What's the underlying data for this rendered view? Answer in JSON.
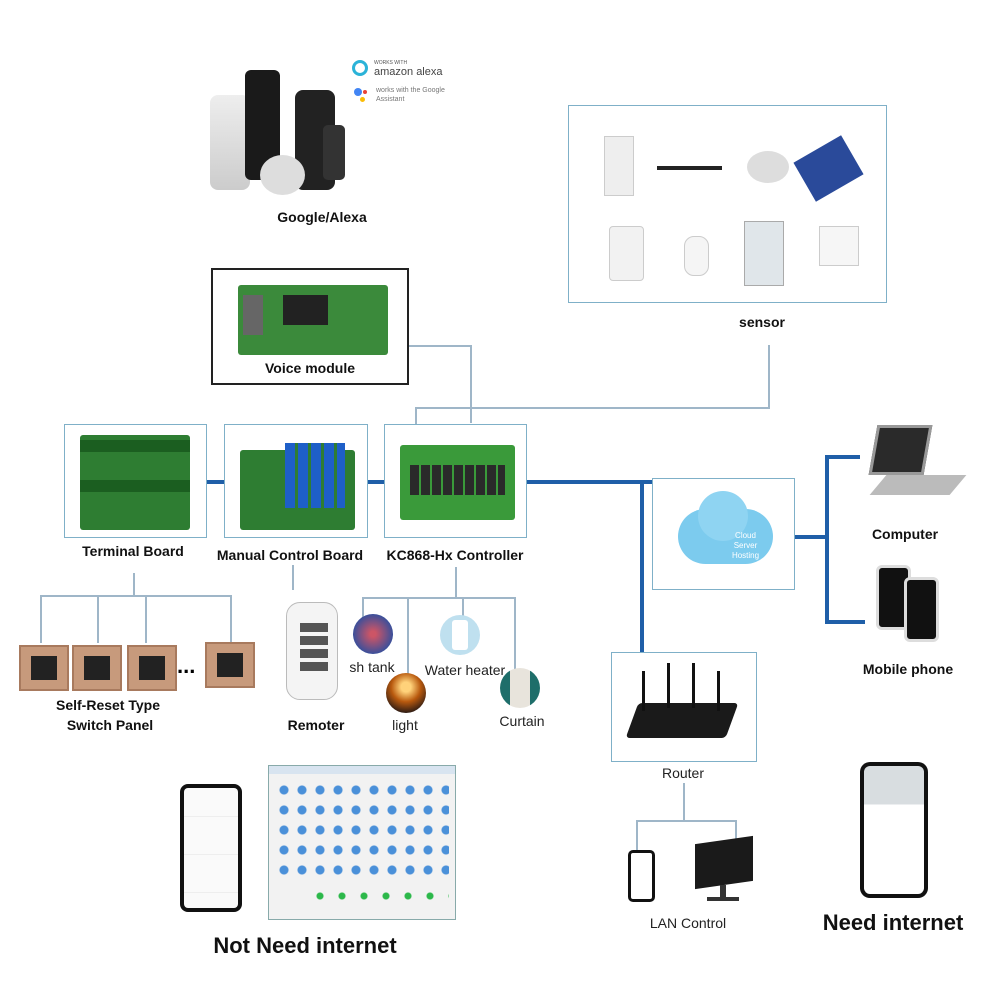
{
  "voice_assistants": {
    "label": "Google/Alexa",
    "alexa_badge": "amazon alexa",
    "alexa_badge_small": "WORKS WITH",
    "google_badge": "works with the Google Assistant"
  },
  "voice_module": {
    "label": "Voice module"
  },
  "sensor": {
    "label": "sensor"
  },
  "boards": {
    "terminal": "Terminal Board",
    "manual": "Manual Control Board",
    "controller": "KC868-Hx Controller"
  },
  "cloud": {
    "text": "Cloud Server Hosting"
  },
  "clients": {
    "computer": "Computer",
    "mobile": "Mobile phone"
  },
  "router": {
    "label": "Router",
    "lan": "LAN Control"
  },
  "switch_panel": {
    "label_line1": "Self-Reset Type",
    "label_line2": "Switch Panel",
    "ellipsis": "..."
  },
  "remoter": {
    "label": "Remoter"
  },
  "appliances": [
    "sh tank",
    "light",
    "Water heater",
    "Curtain"
  ],
  "captions": {
    "not_need_internet": "Not Need internet",
    "need_internet": "Need internet"
  },
  "colors": {
    "thick_line": "#1f5fa8",
    "thin_line": "#9fb6c8",
    "box_border": "#7fb0c8"
  }
}
